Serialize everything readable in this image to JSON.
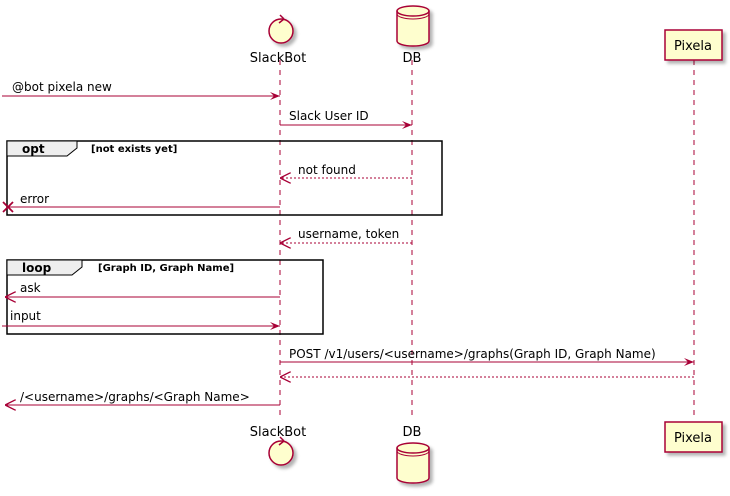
{
  "participants": {
    "slackbot": {
      "name": "SlackBot",
      "type": "control"
    },
    "db": {
      "name": "DB",
      "type": "database"
    },
    "pixela": {
      "name": "Pixela",
      "type": "participant"
    }
  },
  "messages": [
    {
      "from": "external",
      "to": "slackbot",
      "text": "@bot pixela new",
      "style": "sync"
    },
    {
      "from": "slackbot",
      "to": "db",
      "text": "Slack User ID",
      "style": "sync"
    },
    {
      "from": "db",
      "to": "slackbot",
      "text": "not found",
      "style": "return"
    },
    {
      "from": "slackbot",
      "to": "external",
      "text": "error",
      "style": "lost"
    },
    {
      "from": "db",
      "to": "slackbot",
      "text": "username, token",
      "style": "return"
    },
    {
      "from": "slackbot",
      "to": "external",
      "text": "ask",
      "style": "sync"
    },
    {
      "from": "external",
      "to": "slackbot",
      "text": "input",
      "style": "sync"
    },
    {
      "from": "slackbot",
      "to": "pixela",
      "text": "POST /v1/users/<username>/graphs(Graph ID, Graph Name)",
      "style": "sync"
    },
    {
      "from": "pixela",
      "to": "slackbot",
      "text": "",
      "style": "return"
    },
    {
      "from": "slackbot",
      "to": "external",
      "text": "/<username>/graphs/<Graph Name>",
      "style": "sync"
    }
  ],
  "fragments": {
    "opt": {
      "keyword": "opt",
      "condition": "[not exists yet]"
    },
    "loop": {
      "keyword": "loop",
      "condition": "[Graph ID, Graph Name]"
    }
  },
  "colors": {
    "arrow": "#a80036",
    "participant_fill": "#fefece",
    "participant_border": "#a80036",
    "lifeline": "#a80036"
  }
}
